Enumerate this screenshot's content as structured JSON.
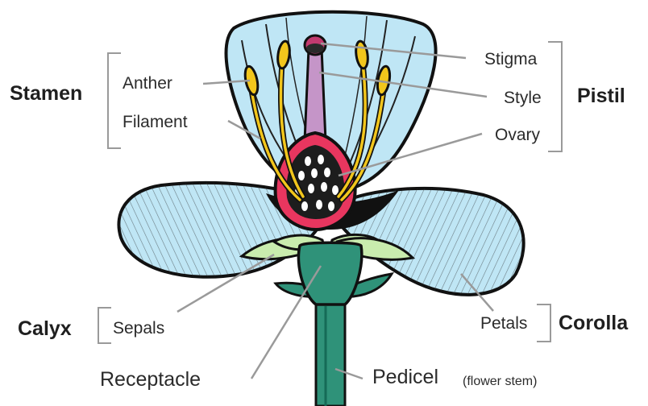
{
  "labels": {
    "anther": "Anther",
    "filament": "Filament",
    "stigma": "Stigma",
    "style": "Style",
    "ovary": "Ovary",
    "sepals": "Sepals",
    "petals": "Petals",
    "receptacle": "Receptacle",
    "pedicel": "Pedicel",
    "pedicel_note": "(flower stem)"
  },
  "groups": {
    "stamen": "Stamen",
    "pistil": "Pistil",
    "calyx": "Calyx",
    "corolla": "Corolla"
  },
  "colors": {
    "petal": "#bfe6f5",
    "sepal": "#c9ecae",
    "stem": "#2f9279",
    "ovary": "#e8365f",
    "style": "#c595c8",
    "anther": "#f2c61c",
    "outline": "#111111",
    "leader": "#9a9a9a"
  }
}
